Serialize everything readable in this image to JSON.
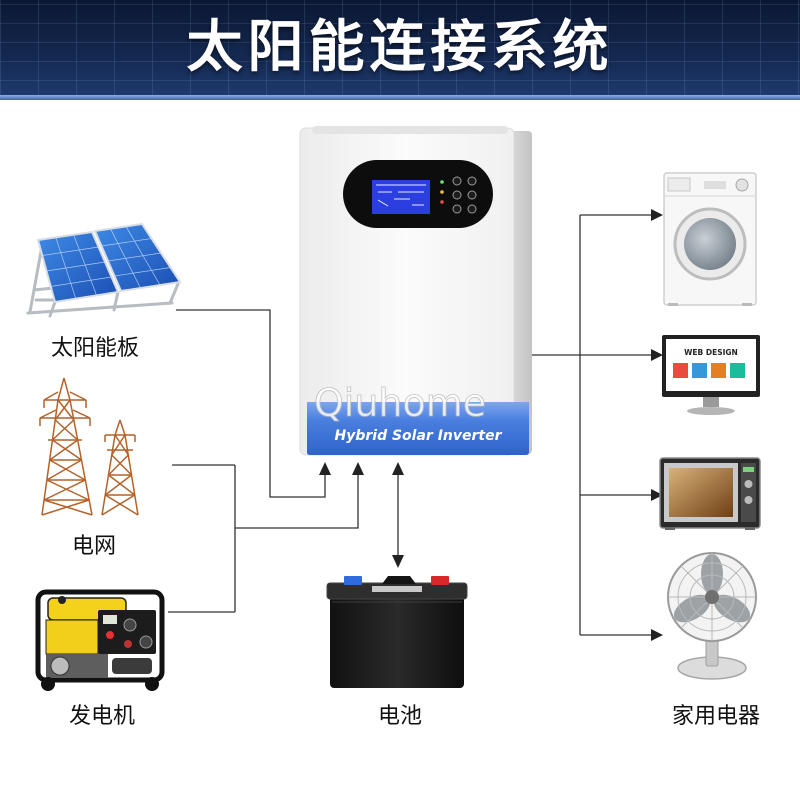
{
  "title": "太阳能连接系统",
  "colors": {
    "header_bg": "#14284f",
    "title_text": "#ffffff",
    "line": "#333333",
    "inverter_band": "#3f74dc",
    "label_text": "#111111"
  },
  "inverter": {
    "icon": "inverter-icon",
    "watermark": "Qiuhome",
    "model_label": "Hybrid Solar Inverter"
  },
  "sources": {
    "solar_panel": {
      "label": "太阳能板",
      "icon": "solar-panel-icon"
    },
    "grid": {
      "label": "电网",
      "icon": "power-tower-icon"
    },
    "generator": {
      "label": "发电机",
      "icon": "generator-icon"
    }
  },
  "battery": {
    "label": "电池",
    "icon": "battery-icon"
  },
  "appliances": {
    "label": "家用电器",
    "icons": [
      "washing-machine-icon",
      "monitor-icon",
      "microwave-icon",
      "fan-icon"
    ],
    "monitor_screen_title": "WEB DESIGN"
  }
}
